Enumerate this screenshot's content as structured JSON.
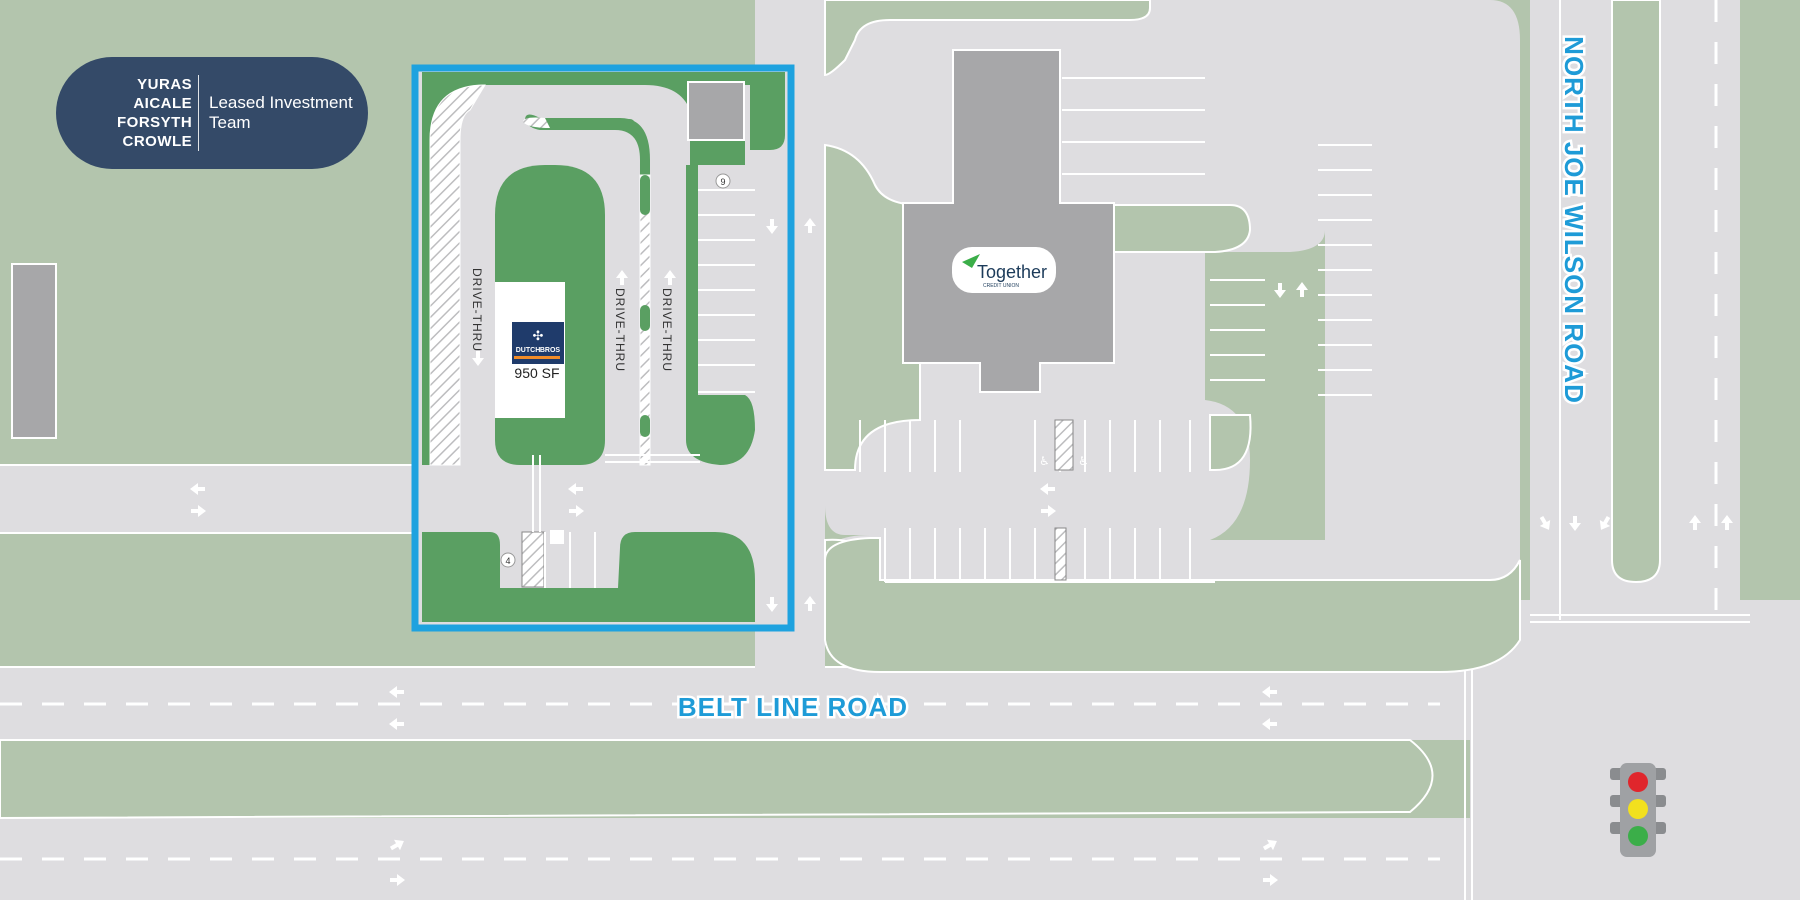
{
  "badge": {
    "names": [
      "YURAS",
      "AICALE",
      "FORSYTH",
      "CROWLE"
    ],
    "team": "Leased Investment Team"
  },
  "roads": {
    "belt_line": "BELT LINE ROAD",
    "north_joe_wilson": "NORTH JOE WILSON ROAD"
  },
  "site": {
    "drive_thru_label": "DRIVE-THRU",
    "tenant_logo_line1": "DUTCH",
    "tenant_logo_line2": "BROS",
    "building_size": "950 SF",
    "parking_count_east": "9",
    "parking_count_south": "4"
  },
  "neighbor": {
    "logo_text": "Together",
    "logo_subtext": "CREDIT UNION"
  },
  "colors": {
    "grass": "#b3c5ad",
    "pavement": "#dedde0",
    "site_green": "#5a9f62",
    "building": "#a7a7a9",
    "site_outline": "#1ea2df",
    "road_label": "#1e9bd7",
    "badge_bg": "#344a68",
    "signal_red": "#e0262c",
    "signal_yellow": "#f2e01e",
    "signal_green": "#3bae49"
  },
  "icons": [
    "up-arrow-icon",
    "down-arrow-icon",
    "left-arrow-icon",
    "right-arrow-icon",
    "accessible-parking-icon",
    "ev-charging-icon",
    "windmill-icon",
    "traffic-light-icon"
  ]
}
